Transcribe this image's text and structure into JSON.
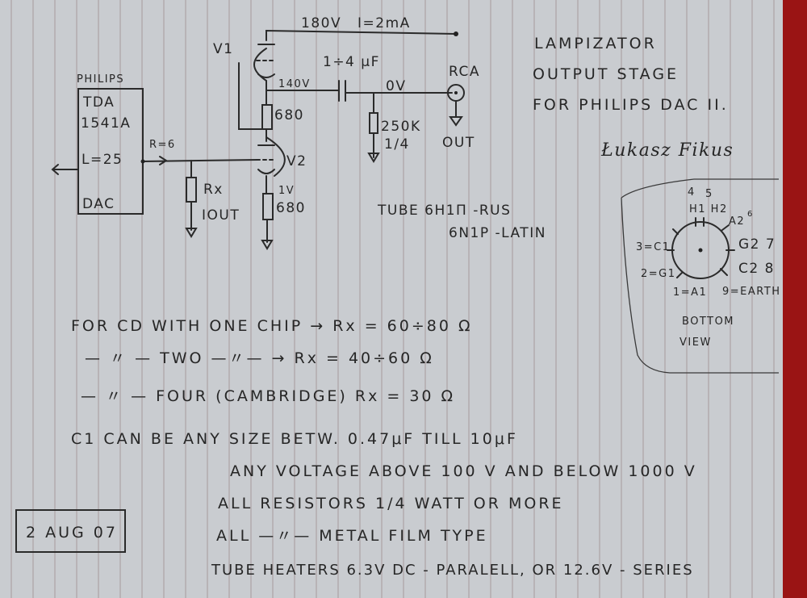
{
  "title": {
    "line1": "LAMPIZATOR",
    "line2": "OUTPUT STAGE",
    "line3": "FOR PHILIPS DAC II."
  },
  "signature": "Łukasz Fikus",
  "schematic": {
    "supply_voltage": "180V",
    "current": "I=2mA",
    "tube1": "V1",
    "tube2": "V2",
    "capacitor": "1÷4 μF",
    "anode_voltage": "140V",
    "output_voltage": "0V",
    "rca": "RCA",
    "out": "OUT",
    "resistor_top": "680",
    "resistor_bottom": "680",
    "resistor_out": "250K",
    "resistor_out_power": "1/4",
    "cathode_voltage": "1V",
    "chip_brand": "PHILIPS",
    "chip_line1": "TDA",
    "chip_line2": "1541A",
    "chip_pin": "L=25",
    "chip_label": "DAC",
    "r_in": "R=6",
    "rx": "Rx",
    "iout": "IOUT"
  },
  "tube_type": {
    "rus": "TUBE 6H1П -RUS",
    "latin": "6N1P -LATIN"
  },
  "pinout": {
    "pin4": "4",
    "pin5": "5",
    "h1h2": "H1 H2",
    "a2": "A2",
    "pin6": "6",
    "g2": "G2 7",
    "c2": "C2 8",
    "earth": "9=EARTH",
    "a1": "1=A1",
    "g1": "2=G1",
    "c1": "3=C1",
    "caption1": "BOTTOM",
    "caption2": "VIEW"
  },
  "notes": [
    "FOR CD WITH ONE CHIP  →  Rx = 60÷80 Ω",
    "—  〃  — TWO —〃—  →  Rx = 40÷60 Ω",
    "—  〃  —   FOUR (CAMBRIDGE) Rx = 30 Ω",
    "C1 CAN BE ANY SIZE BETW. 0.47μF TILL 10μF",
    "ANY VOLTAGE ABOVE 100 V AND BELOW 1000 V",
    "ALL RESISTORS 1/4 WATT OR MORE",
    "ALL  —〃—  METAL FILM TYPE",
    "TUBE HEATERS 6.3V DC - PARALELL, OR 12.6V - SERIES"
  ],
  "date": "2 AUG 07",
  "colors": {
    "paper": "#c9ccd0",
    "ink": "#262626",
    "margin_red": "#9a1414"
  }
}
